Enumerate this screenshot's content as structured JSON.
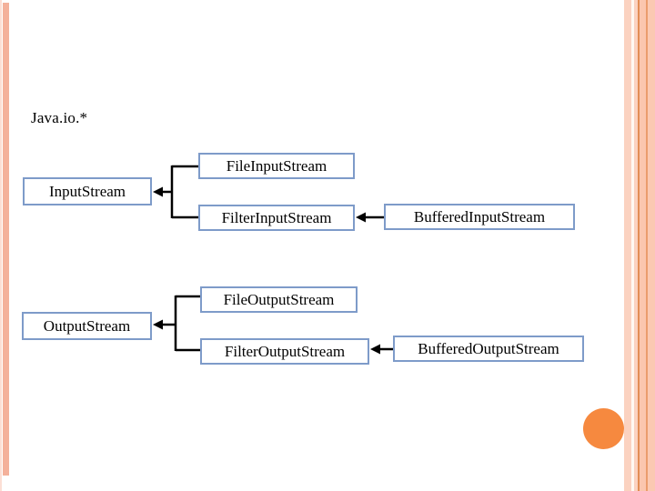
{
  "slide": {
    "package_label": "Java.io.*",
    "accent_colors": {
      "left_bar": "#f4b19b",
      "right_stripe_base": "#fbc9b2",
      "right_stripe_line": "#e28d55",
      "box_border": "#7e9bc9",
      "connector": "#000000",
      "circle": "#f6893f"
    }
  },
  "diagram": {
    "nodes": [
      {
        "id": "input-stream",
        "label": "InputStream"
      },
      {
        "id": "file-input-stream",
        "label": "FileInputStream"
      },
      {
        "id": "filter-input-stream",
        "label": "FilterInputStream"
      },
      {
        "id": "buffered-input-stream",
        "label": "BufferedInputStream"
      },
      {
        "id": "output-stream",
        "label": "OutputStream"
      },
      {
        "id": "file-output-stream",
        "label": "FileOutputStream"
      },
      {
        "id": "filter-output-stream",
        "label": "FilterOutputStream"
      },
      {
        "id": "buffered-output-stream",
        "label": "BufferedOutputStream"
      }
    ],
    "edges": [
      {
        "from": "file-input-stream",
        "to": "input-stream"
      },
      {
        "from": "filter-input-stream",
        "to": "input-stream"
      },
      {
        "from": "buffered-input-stream",
        "to": "filter-input-stream"
      },
      {
        "from": "file-output-stream",
        "to": "output-stream"
      },
      {
        "from": "filter-output-stream",
        "to": "output-stream"
      },
      {
        "from": "buffered-output-stream",
        "to": "filter-output-stream"
      }
    ]
  }
}
